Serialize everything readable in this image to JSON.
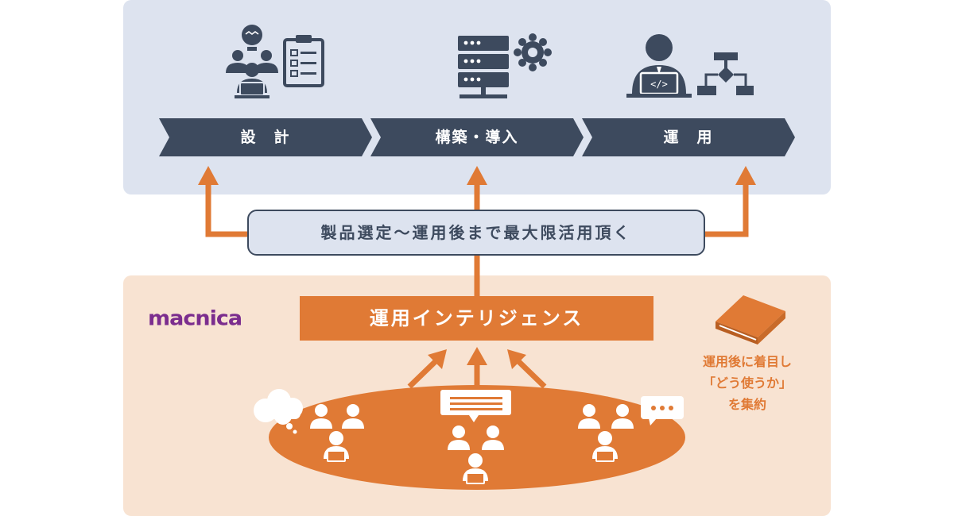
{
  "stages": [
    {
      "label": "設　計",
      "icon": "team-idea-checklist-icon"
    },
    {
      "label": "構築・導入",
      "icon": "server-gear-icon"
    },
    {
      "label": "運　用",
      "icon": "engineer-flowchart-icon"
    }
  ],
  "goal_text": "製品選定〜運用後まで最大限活用頂く",
  "intelligence_label": "運用インテリジェンス",
  "brand_logo": "MACNICA",
  "side_note": {
    "line1": "運用後に着目し",
    "line2": "「どう使うか」",
    "line3": "を集約"
  },
  "colors": {
    "navy": "#3d4a5e",
    "orange": "#e07a35",
    "top_panel": "#dde3ef",
    "bottom_panel": "#f8e3d2",
    "brand": "#7b2d8e"
  }
}
